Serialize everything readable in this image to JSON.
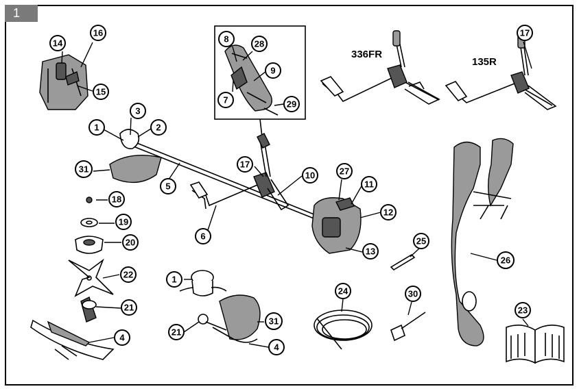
{
  "figure": {
    "tab_number": "1"
  },
  "model_labels": {
    "upper_middle": "336FR",
    "upper_right": "135R"
  },
  "callouts": [
    {
      "id": "c14",
      "label": "14"
    },
    {
      "id": "c16",
      "label": "16"
    },
    {
      "id": "c15",
      "label": "15"
    },
    {
      "id": "c8",
      "label": "8"
    },
    {
      "id": "c28",
      "label": "28"
    },
    {
      "id": "c9",
      "label": "9"
    },
    {
      "id": "c7",
      "label": "7"
    },
    {
      "id": "c29",
      "label": "29"
    },
    {
      "id": "c17a",
      "label": "17"
    },
    {
      "id": "c3",
      "label": "3"
    },
    {
      "id": "c1a",
      "label": "1"
    },
    {
      "id": "c2",
      "label": "2"
    },
    {
      "id": "c31a",
      "label": "31"
    },
    {
      "id": "c5",
      "label": "5"
    },
    {
      "id": "c17b",
      "label": "17"
    },
    {
      "id": "c10",
      "label": "10"
    },
    {
      "id": "c27",
      "label": "27"
    },
    {
      "id": "c11",
      "label": "11"
    },
    {
      "id": "c12",
      "label": "12"
    },
    {
      "id": "c13",
      "label": "13"
    },
    {
      "id": "c6",
      "label": "6"
    },
    {
      "id": "c18",
      "label": "18"
    },
    {
      "id": "c19",
      "label": "19"
    },
    {
      "id": "c20",
      "label": "20"
    },
    {
      "id": "c22",
      "label": "22"
    },
    {
      "id": "c21a",
      "label": "21"
    },
    {
      "id": "c4a",
      "label": "4"
    },
    {
      "id": "c1b",
      "label": "1"
    },
    {
      "id": "c21b",
      "label": "21"
    },
    {
      "id": "c31b",
      "label": "31"
    },
    {
      "id": "c4b",
      "label": "4"
    },
    {
      "id": "c24",
      "label": "24"
    },
    {
      "id": "c30",
      "label": "30"
    },
    {
      "id": "c25",
      "label": "25"
    },
    {
      "id": "c26",
      "label": "26"
    },
    {
      "id": "c23",
      "label": "23"
    }
  ]
}
